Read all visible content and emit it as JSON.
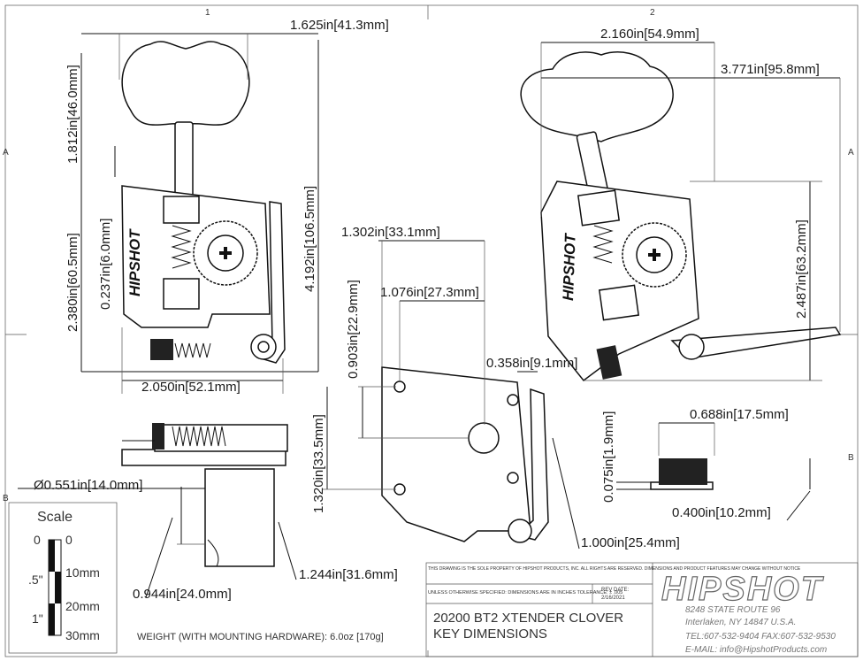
{
  "zones": {
    "col1": "1",
    "col2": "2",
    "rowA_left": "A",
    "rowA_right": "A",
    "rowB_left": "B",
    "rowB_right": "B"
  },
  "dimensions": {
    "front_width": "1.625in",
    "front_width_mm": "[41.3mm]",
    "front_height": "4.192in",
    "front_height_mm": "[106.5mm]",
    "key_height": "1.812in",
    "key_height_mm": "[46.0mm]",
    "body_height": "2.380in",
    "body_height_mm": "[60.5mm]",
    "offset": "0.237in",
    "offset_mm": "[6.0mm]",
    "body_width": "2.050in",
    "body_width_mm": "[52.1mm]",
    "side_width": "2.160in",
    "side_width_mm": "[54.9mm]",
    "side_total": "3.771in",
    "side_total_mm": "[95.8mm]",
    "side_height": "2.487in",
    "side_height_mm": "[63.2mm]",
    "hole_x1": "1.302in",
    "hole_x1_mm": "[33.1mm]",
    "hole_x2": "1.076in",
    "hole_x2_mm": "[27.3mm]",
    "hole_y1": "0.903in",
    "hole_y1_mm": "[22.9mm]",
    "hole_y2": "1.320in",
    "hole_y2_mm": "[33.5mm]",
    "lever_off": "0.358in",
    "lever_off_mm": "[9.1mm]",
    "lever_len": "1.000in",
    "lever_len_mm": "[25.4mm]",
    "bushing_od": "0.688in",
    "bushing_od_mm": "[17.5mm]",
    "bushing_t": "0.075in",
    "bushing_t_mm": "[1.9mm]",
    "bushing_h": "0.400in",
    "bushing_h_mm": "[10.2mm]",
    "post_dia": "Ø0.551in",
    "post_dia_mm": "[14.0mm]",
    "post_len": "1.244in",
    "post_len_mm": "[31.6mm]",
    "post_len2": "0.944in",
    "post_len2_mm": "[24.0mm]"
  },
  "scale": {
    "title": "Scale",
    "in0": "0",
    "in_half": ".5\"",
    "in1": "1\"",
    "mm0": "0",
    "mm10": "10mm",
    "mm20": "20mm",
    "mm30": "30mm"
  },
  "weight": "WEIGHT (WITH MOUNTING HARDWARE): 6.0oz [170g]",
  "title_block": {
    "notice": "THIS DRAWING IS THE SOLE PROPERTY OF HIPSHOT PRODUCTS, INC. ALL RIGHTS ARE RESERVED. DIMENSIONS AND PRODUCT FEATURES MAY CHANGE WITHOUT NOTICE",
    "tolerance": "UNLESS OTHERWISE SPECIFIED: DIMENSIONS ARE IN INCHES TOLERANCE: ± .005",
    "rev_label": "REV DATE:",
    "rev_date": "2/16/2021",
    "title_line1": "20200 BT2 XTENDER CLOVER",
    "title_line2": "KEY DIMENSIONS",
    "logo": "HIPSHOT",
    "address1": "8248 STATE ROUTE 96",
    "address2": "Interlaken, NY 14847 U.S.A.",
    "phone": "TEL:607-532-9404 FAX:607-532-9530",
    "email": "E-MAIL: info@HipshotProducts.com"
  },
  "engraving": "HIPSHOT"
}
